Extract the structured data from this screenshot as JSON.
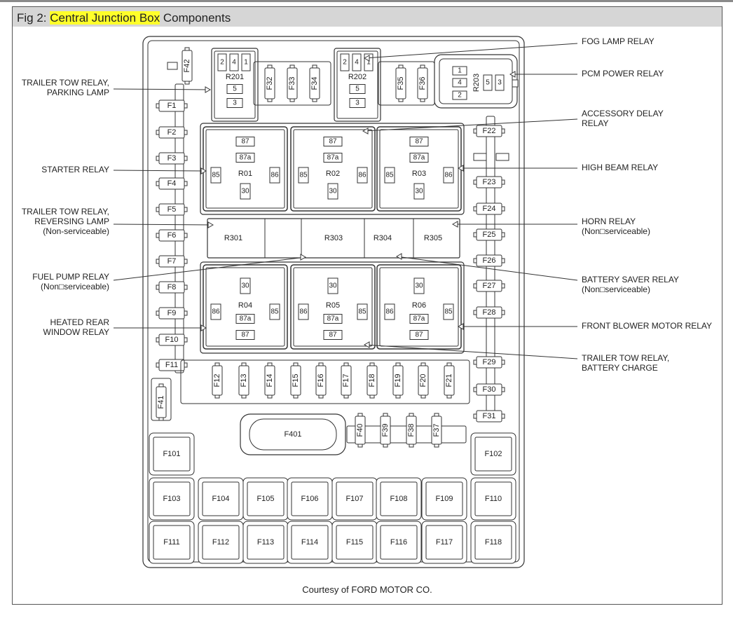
{
  "caption": {
    "prefix": "Fig 2: ",
    "highlight": "Central Junction Box",
    "suffix": " Components"
  },
  "credit": "Courtesy of FORD MOTOR CO.",
  "colors": {
    "highlight": "#ffff2a",
    "caption_bar": "#d6d6d6",
    "line": "#333333"
  },
  "callouts": {
    "trailer_tow_parking": [
      "TRAILER TOW RELAY,",
      "PARKING LAMP"
    ],
    "starter": [
      "STARTER RELAY"
    ],
    "trailer_tow_reversing": [
      "TRAILER TOW RELAY,",
      "REVERSING LAMP",
      "(Non-serviceable)"
    ],
    "fuel_pump": [
      "FUEL PUMP RELAY",
      "(Non□serviceable)"
    ],
    "heated_rear": [
      "HEATED REAR",
      "WINDOW RELAY"
    ],
    "fog_lamp": [
      "FOG LAMP RELAY"
    ],
    "pcm_power": [
      "PCM POWER RELAY"
    ],
    "accessory_delay": [
      "ACCESSORY DELAY",
      "RELAY"
    ],
    "high_beam": [
      "HIGH BEAM RELAY"
    ],
    "horn": [
      "HORN RELAY",
      "(Non□serviceable)"
    ],
    "battery_saver": [
      "BATTERY SAVER RELAY",
      "(Non□serviceable)"
    ],
    "front_blower": [
      "FRONT BLOWER MOTOR RELAY"
    ],
    "trailer_tow_battery": [
      "TRAILER TOW RELAY,",
      "BATTERY CHARGE"
    ]
  },
  "fuses": {
    "left_column": [
      "F1",
      "F2",
      "F3",
      "F4",
      "F5",
      "F6",
      "F7",
      "F8",
      "F9",
      "F10",
      "F11"
    ],
    "right_column": [
      "F22",
      "F23",
      "F24",
      "F25",
      "F26",
      "F27",
      "F28",
      "F29",
      "F30",
      "F31"
    ],
    "middle_row": [
      "F12",
      "F13",
      "F14",
      "F15",
      "F16",
      "F17",
      "F18",
      "F19",
      "F20",
      "F21"
    ],
    "top_row": [
      "F42",
      "F32",
      "F33",
      "F34",
      "F35",
      "F36"
    ],
    "lower_small": [
      "F40",
      "F39",
      "F38",
      "F37"
    ],
    "f41": "F41",
    "f401": "F401",
    "maxi_rows": [
      [
        "F101",
        "F102"
      ],
      [
        "F103",
        "F104",
        "F105",
        "F106",
        "F107",
        "F108",
        "F109",
        "F110"
      ],
      [
        "F111",
        "F112",
        "F113",
        "F114",
        "F115",
        "F116",
        "F117",
        "F118"
      ]
    ]
  },
  "relays": {
    "upper": [
      "R01",
      "R02",
      "R03"
    ],
    "lower": [
      "R04",
      "R05",
      "R06"
    ],
    "mini_strip": [
      "R301",
      "R303",
      "R304",
      "R305"
    ],
    "pins": {
      "p87": "87",
      "p87a": "87a",
      "p85": "85",
      "p86": "86",
      "p30": "30"
    },
    "r201": {
      "name": "R201",
      "pins": [
        "2",
        "4",
        "1",
        "5",
        "3"
      ]
    },
    "r202": {
      "name": "R202",
      "pins": [
        "2",
        "4",
        "1",
        "5",
        "3"
      ]
    },
    "r203": {
      "name": "R203",
      "pins": [
        "1",
        "4",
        "2",
        "5",
        "3"
      ]
    }
  }
}
